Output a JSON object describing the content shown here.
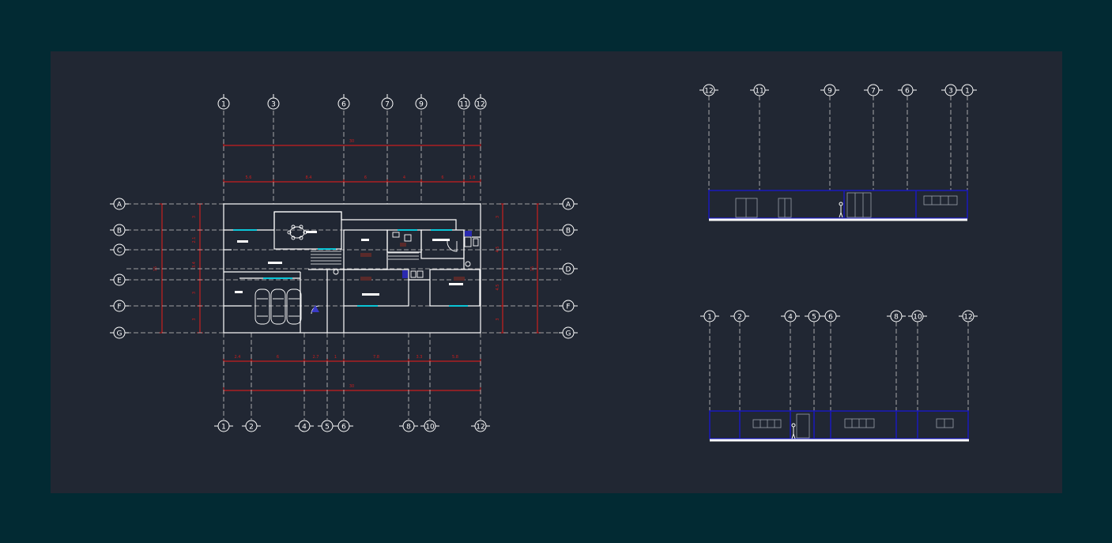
{
  "drawing": {
    "background_color": "#022a33",
    "sheet_color": "#212733",
    "line_color": "#ffffff",
    "dimension_color": "#c81e1e",
    "elevation_outline_color": "#1a1ab4",
    "glass_color": "#00d6e8",
    "grid_line_color": "#c8c8c8"
  },
  "plan": {
    "top_columns": [
      "1",
      "3",
      "6",
      "7",
      "9",
      "11",
      "12"
    ],
    "bottom_columns": [
      "1",
      "2",
      "4",
      "5",
      "6",
      "8",
      "10",
      "12"
    ],
    "rows": [
      "A",
      "B",
      "C",
      "D",
      "E",
      "F",
      "G"
    ],
    "left_rows": [
      "A",
      "B",
      "C",
      "E",
      "F",
      "G"
    ],
    "right_rows": [
      "A",
      "B",
      "D",
      "F",
      "G"
    ],
    "top_overall_dim": "30",
    "top_dims": [
      "5.6",
      "8.4",
      "6",
      "4",
      "6",
      "1.8"
    ],
    "bottom_dims": [
      "2.4",
      "6",
      "2.7",
      "1",
      "7.8",
      "3.3",
      "5.8"
    ],
    "bottom_overall_dim": "30",
    "left_overall_dim": "15",
    "left_dims": [
      "3",
      "2.1",
      "3.4",
      "3",
      "3"
    ],
    "right_overall_dim": "15",
    "right_dims": [
      "3",
      "4.5",
      "4.5",
      "3"
    ]
  },
  "elevations": {
    "upper_columns": [
      "12",
      "11",
      "9",
      "7",
      "6",
      "3",
      "1"
    ],
    "lower_columns": [
      "1",
      "2",
      "4",
      "5",
      "6",
      "8",
      "10",
      "12"
    ]
  }
}
